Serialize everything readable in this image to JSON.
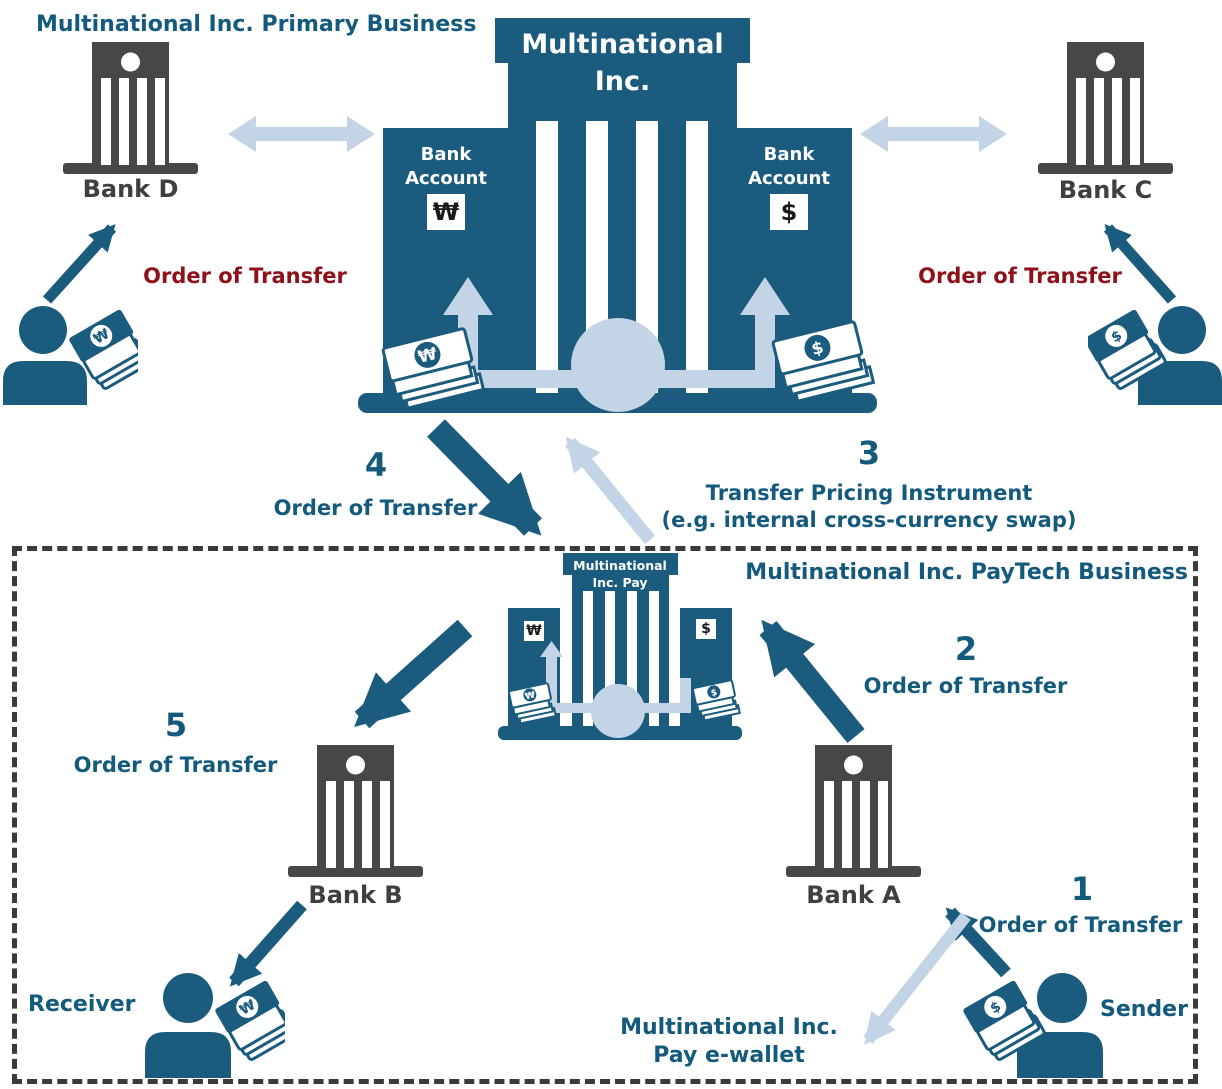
{
  "colors": {
    "shape_teal": "#1A5B7E",
    "light_blue": "#C2D4E6",
    "bank_gray": "#474747",
    "label_gray": "#3F3F3F",
    "maroon_text": "#8E1019",
    "teal_text": "#135A7D"
  },
  "primary": {
    "title": "Multinational Inc. Primary Business",
    "building_name_1": "Multinational",
    "building_name_2": "Inc.",
    "account_left_1": "Bank",
    "account_left_2": "Account",
    "account_left_cur": "₩",
    "account_right_1": "Bank",
    "account_right_2": "Account",
    "account_right_cur": "$",
    "money_left_cur": "₩",
    "money_right_cur": "$",
    "bank_d": "Bank D",
    "bank_c": "Bank C",
    "order_left": "Order of Transfer",
    "order_right": "Order of Transfer",
    "person_left_cur": "₩",
    "person_right_cur": "$"
  },
  "transition": {
    "n4": "4",
    "label4": "Order of Transfer",
    "n3": "3",
    "label3_1": "Transfer Pricing Instrument",
    "label3_2": "(e.g. internal cross-currency swap)"
  },
  "paytech": {
    "title": "Multinational Inc. PayTech Business",
    "building_name_1": "Multinational",
    "building_name_2": "Inc. Pay",
    "badge_left_cur": "₩",
    "badge_right_cur": "$",
    "money_left_cur": "₩",
    "money_right_cur": "$",
    "bank_b": "Bank B",
    "bank_a": "Bank A",
    "n5": "5",
    "label5": "Order of Transfer",
    "n2": "2",
    "label2": "Order of Transfer",
    "n1": "1",
    "label1": "Order of Transfer",
    "receiver": "Receiver",
    "sender": "Sender",
    "receiver_cur": "₩",
    "sender_cur": "$",
    "ewallet_1": "Multinational Inc.",
    "ewallet_2": "Pay e-wallet"
  }
}
